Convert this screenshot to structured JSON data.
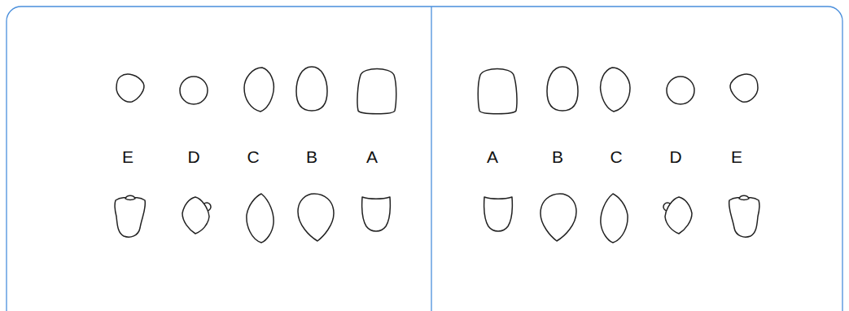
{
  "diagram": {
    "labels": [
      "E",
      "D",
      "C",
      "B",
      "A",
      "A",
      "B",
      "C",
      "D",
      "E"
    ]
  }
}
